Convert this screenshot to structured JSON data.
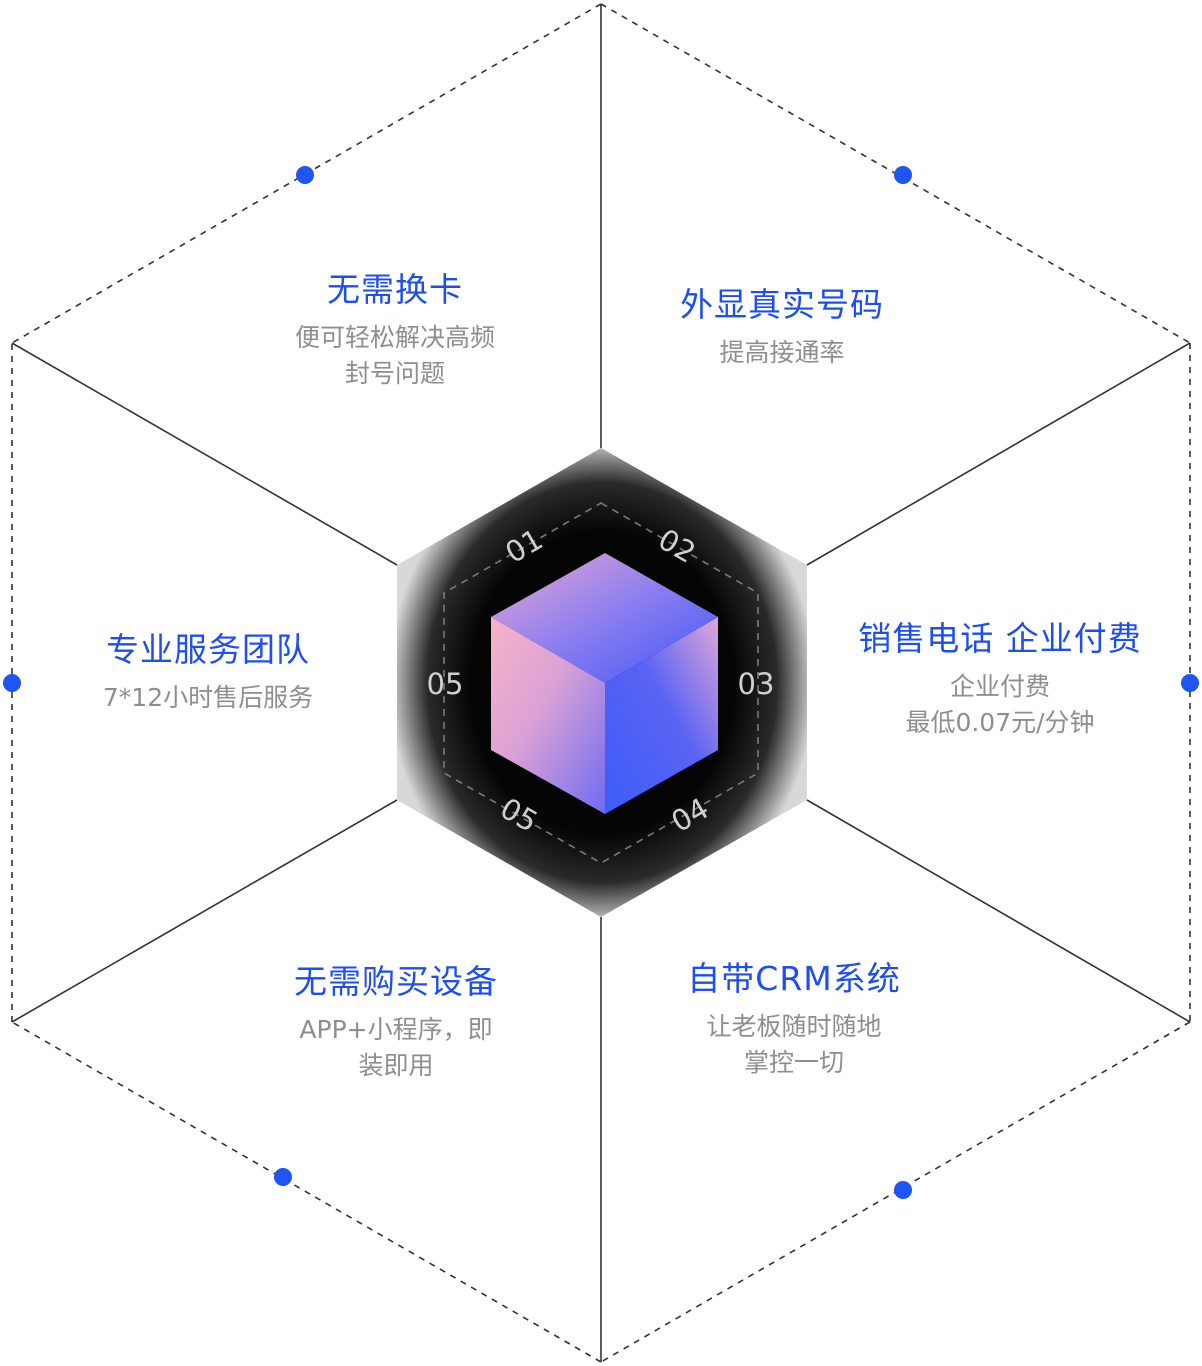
{
  "colors": {
    "accent": "#1f4ef0",
    "dot": "#1e55f3",
    "line": "#333333",
    "desc_text": "#8e8e8e",
    "center_dark": "#0a0a0a"
  },
  "center": {
    "numbers": [
      "01",
      "02",
      "03",
      "04",
      "05",
      "05"
    ]
  },
  "features": [
    {
      "title": "无需换卡",
      "desc_lines": [
        "便可轻松解决高频",
        "封号问题"
      ]
    },
    {
      "title": "外显真实号码",
      "desc_lines": [
        "提高接通率"
      ]
    },
    {
      "title": "销售电话 企业付费",
      "desc_lines": [
        "企业付费",
        "最低0.07元/分钟"
      ]
    },
    {
      "title": "自带CRM系统",
      "desc_lines": [
        "让老板随时随地",
        "掌控一切"
      ]
    },
    {
      "title": "无需购买设备",
      "desc_lines": [
        "APP+小程序，即",
        "装即用"
      ]
    },
    {
      "title": "专业服务团队",
      "desc_lines": [
        "7*12小时售后服务"
      ]
    }
  ]
}
